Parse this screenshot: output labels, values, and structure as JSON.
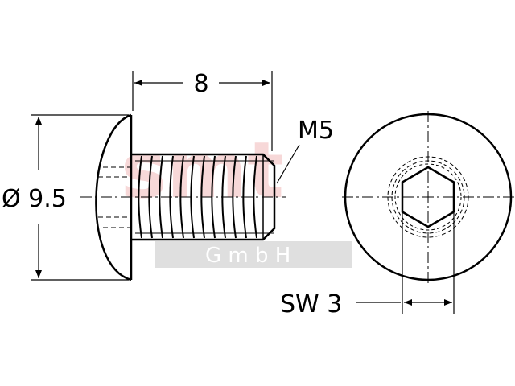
{
  "drawing": {
    "length_label": "8",
    "thread_label": "M5",
    "diameter_label": "Ø 9.5",
    "hex_label": "SW 3"
  },
  "watermark": {
    "brand": "smt",
    "sub": "G m b H",
    "brand_color": "#f2b9b9",
    "band_color": "#d9d9d9"
  }
}
